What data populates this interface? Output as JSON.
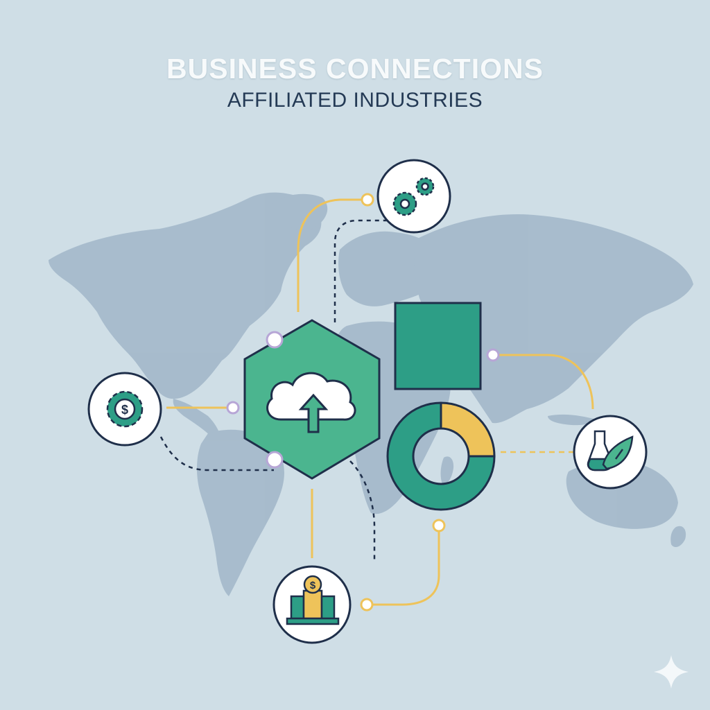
{
  "header": {
    "title": "BUSINESS CONNECTIONS",
    "subtitle": "AFFILIATED INDUSTRIES"
  },
  "colors": {
    "background": "#cfdee6",
    "map": "#9fb6c9",
    "teal": "#2d9e86",
    "teal_light": "#4bb58f",
    "navy": "#1f2f4a",
    "yellow": "#eec35a",
    "node_purple": "#b7a6d6",
    "white": "#ffffff"
  },
  "icons": {
    "center": "cloud-upload-icon",
    "top": "gears-icon",
    "left": "dollar-gear-icon",
    "right": "flask-leaf-icon",
    "bottom": "bank-dollar-icon",
    "corner": "sparkle-icon"
  },
  "chart_data": {
    "type": "pie",
    "values": [
      25,
      75
    ],
    "colors": [
      "#eec35a",
      "#2d9e86"
    ]
  }
}
